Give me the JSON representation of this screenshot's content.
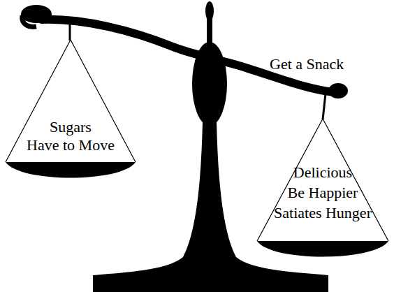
{
  "diagram": {
    "nodes": [
      {
        "text": [
          "Sugars",
          "Have to Move"
        ]
      },
      {
        "text": [
          "Delicious",
          "Be Happier",
          "Satiates Hunger"
        ]
      }
    ],
    "labels": [
      "Get a Snack"
    ]
  }
}
